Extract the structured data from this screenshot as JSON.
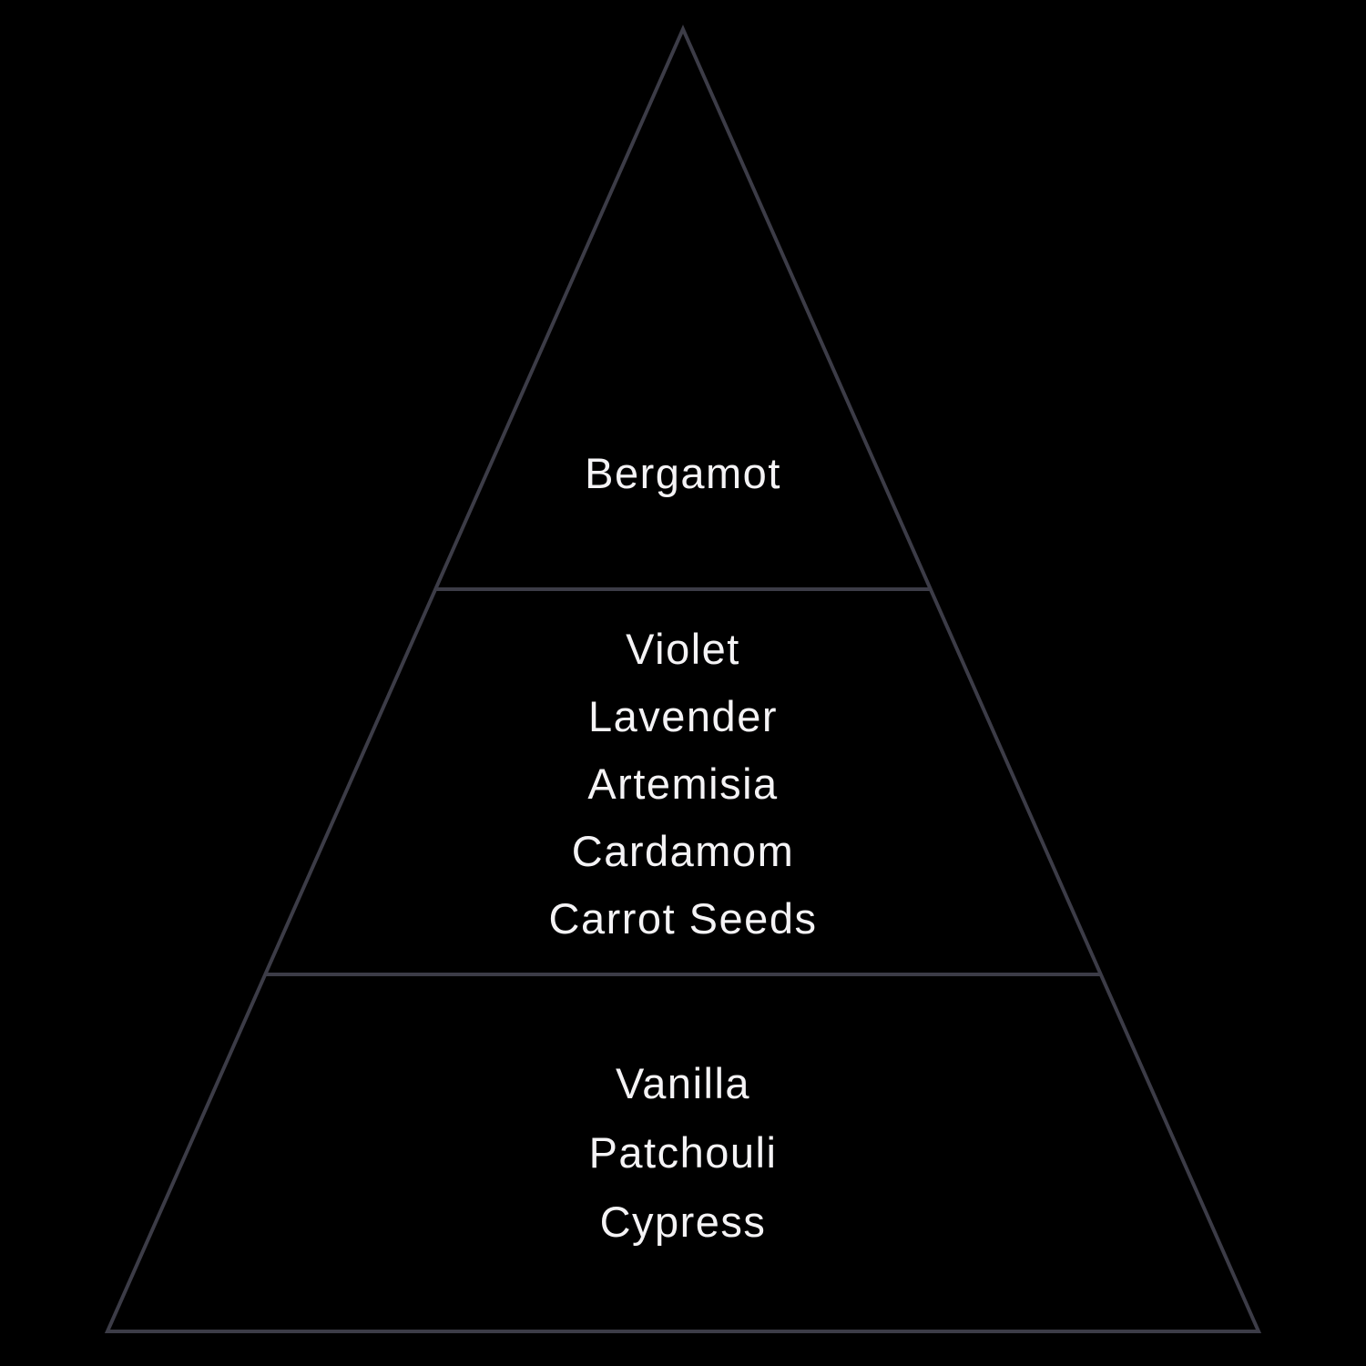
{
  "colors": {
    "background": "#000000",
    "outline": "#3c3c47",
    "text": "#f4f3f5"
  },
  "pyramid": {
    "top_notes": [
      "Bergamot"
    ],
    "heart_notes": [
      "Violet",
      "Lavender",
      "Artemisia",
      "Cardamom",
      "Carrot Seeds"
    ],
    "base_notes": [
      "Vanilla",
      "Patchouli",
      "Cypress"
    ]
  }
}
